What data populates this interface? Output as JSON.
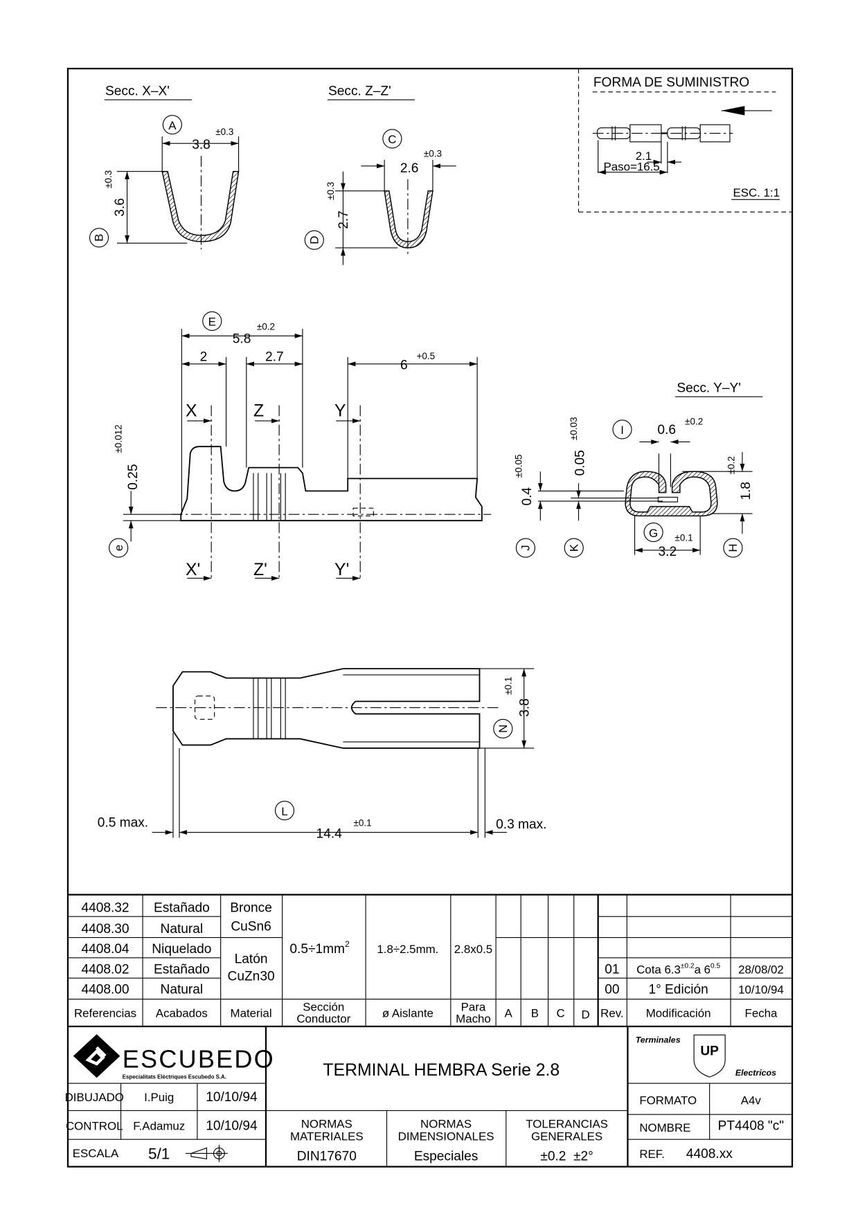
{
  "sections": {
    "xx": "Secc. X–X'",
    "zz": "Secc. Z–Z'",
    "yy": "Secc. Y–Y'"
  },
  "supply": {
    "title": "FORMA DE SUMINISTRO",
    "dim_gap": "2.1",
    "dim_pitch": "Paso=16.5",
    "scale": "ESC. 1:1"
  },
  "dims": {
    "A": {
      "letter": "A",
      "value": "3.8",
      "tol": "±0.3"
    },
    "B": {
      "letter": "B",
      "value": "3.6",
      "tol": "±0.3"
    },
    "C": {
      "letter": "C",
      "value": "2.6",
      "tol": "±0.3"
    },
    "D": {
      "letter": "D",
      "value": "2.7",
      "tol": "±0.3"
    },
    "E": {
      "letter": "E",
      "value": "5.8",
      "tol": "±0.2"
    },
    "two": "2",
    "twoseven": "2.7",
    "six": {
      "value": "6",
      "tol": "+0.5"
    },
    "e": {
      "letter": "e",
      "value": "0.25",
      "tol": "±0.012"
    },
    "I": {
      "letter": "I",
      "value": "0.6",
      "tol": "±0.2"
    },
    "J": {
      "letter": "J",
      "value": "0.4",
      "tol": "±0.05"
    },
    "K": {
      "letter": "K",
      "value": "0.05",
      "tol": "±0.03"
    },
    "G": {
      "letter": "G",
      "value": "3.2",
      "tol": "±0.1"
    },
    "H": {
      "letter": "H",
      "value": "1.8",
      "tol": "±0.2"
    },
    "N": {
      "letter": "N",
      "value": "3.8",
      "tol": "±0.1"
    },
    "L": {
      "letter": "L",
      "value": "14.4",
      "tol": "±0.1"
    },
    "left_max": "0.5 max.",
    "right_max": "0.3 max."
  },
  "cut_labels": {
    "x": "X",
    "x2": "X'",
    "z": "Z",
    "z2": "Z'",
    "y": "Y",
    "y2": "Y'"
  },
  "table": {
    "rows": [
      {
        "ref": "4408.32",
        "finish": "Estañado"
      },
      {
        "ref": "4408.30",
        "finish": "Natural"
      },
      {
        "ref": "4408.04",
        "finish": "Niquelado"
      },
      {
        "ref": "4408.02",
        "finish": "Estañado"
      },
      {
        "ref": "4408.00",
        "finish": "Natural"
      }
    ],
    "materials": [
      {
        "name": "Bronce",
        "code": "CuSn6"
      },
      {
        "name": "Latón",
        "code": "CuZn30"
      }
    ],
    "section": "0.5÷1mm",
    "section_sup": "2",
    "insulation": "1.8÷2.5mm.",
    "male": "2.8x0.5",
    "headers": {
      "ref": "Referencias",
      "finish": "Acabados",
      "material": "Material",
      "section_1": "Sección",
      "section_2": "Conductor",
      "insulation": "ø Aislante",
      "male_1": "Para",
      "male_2": "Macho",
      "a": "A",
      "b": "B",
      "c": "C",
      "d": "D",
      "rev": "Rev.",
      "mod": "Modificación",
      "date": "Fecha"
    },
    "revisions": [
      {
        "rev": "01",
        "mod": "Cota 6.3",
        "mod_sup1": "±0.2",
        "mod_mid": "a 6",
        "mod_sup2": "0.5",
        "date": "28/08/02"
      },
      {
        "rev": "00",
        "mod": "1° Edición",
        "date": "10/10/94"
      }
    ]
  },
  "title_block": {
    "company": "ESCUBEDO",
    "company_sub": "Especialitats Elèctriques Escubedo S.A.",
    "title": "TERMINAL HEMBRA Serie 2.8",
    "brand_top": "Terminales",
    "brand_mark": "UP",
    "brand_bottom": "Electricos",
    "drawn_label": "DIBUJADO",
    "drawn_by": "I.Puig",
    "drawn_date": "10/10/94",
    "control_label": "CONTROL",
    "control_by": "F.Adamuz",
    "control_date": "10/10/94",
    "scale_label": "ESCALA",
    "scale": "5/1",
    "norm_mat_1": "NORMAS",
    "norm_mat_2": "MATERIALES",
    "norm_mat_value": "DIN17670",
    "norm_dim_1": "NORMAS",
    "norm_dim_2": "DIMENSIONALES",
    "norm_dim_value": "Especiales",
    "tol_1": "TOLERANCIAS",
    "tol_2": "GENERALES",
    "tol_value": "±0.2  ±2°",
    "format_label": "FORMATO",
    "format": "A4v",
    "name_label": "NOMBRE",
    "name": "PT4408 \"c\"",
    "ref_label": "REF.",
    "ref": "4408.xx"
  }
}
